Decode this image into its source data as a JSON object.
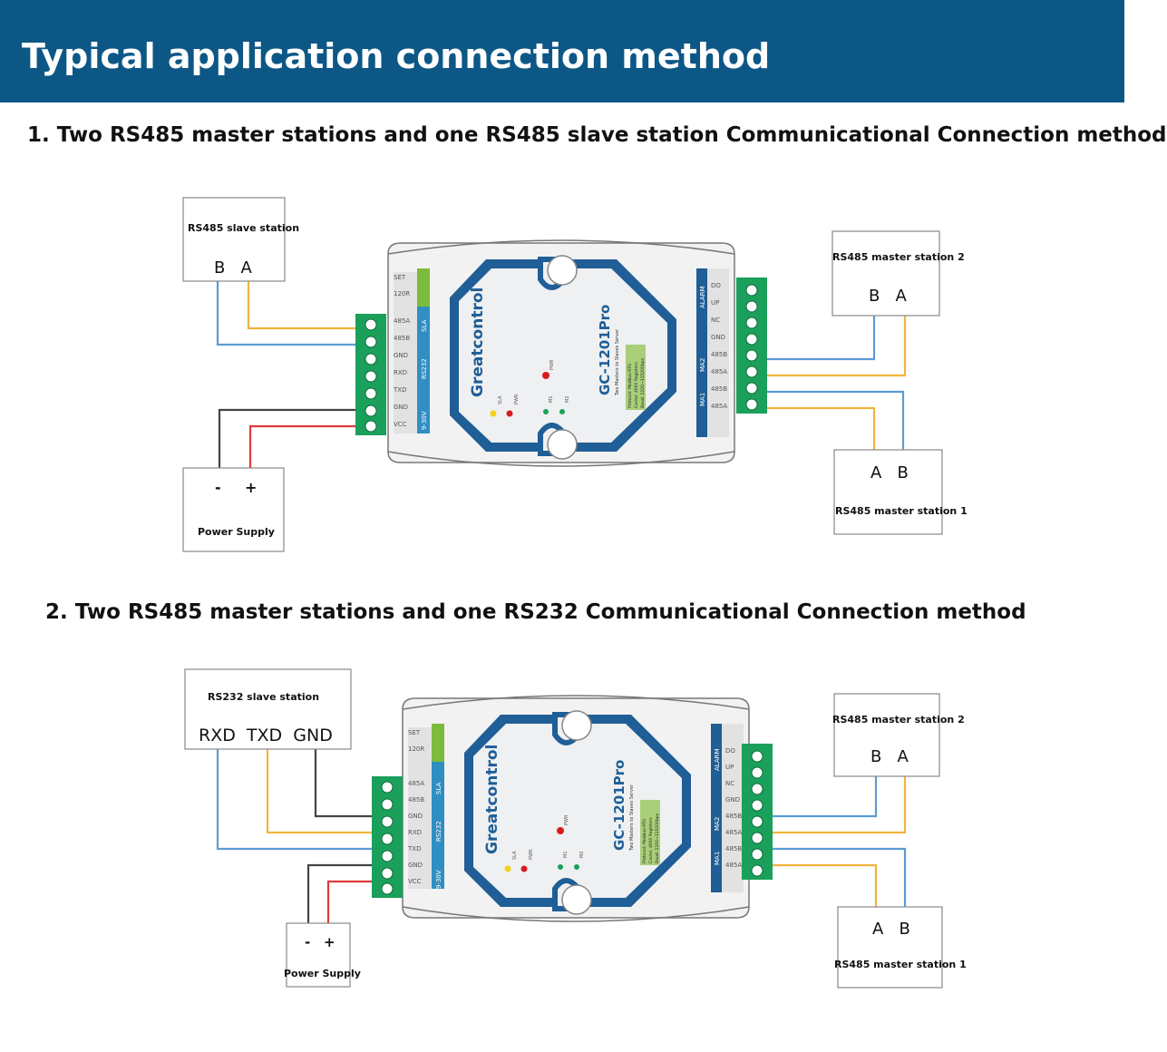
{
  "banner": {
    "title": "Typical application connection method"
  },
  "section1": {
    "heading": "1. Two RS485 master stations and one RS485 slave station Communicational Connection method",
    "slave_label": "RS485 slave station",
    "slave_pins": "B   A",
    "master2_label": "RS485 master station 2",
    "master2_pins": "B   A",
    "master1_label": "RS485 master station 1",
    "master1_pins": "A   B",
    "power_label": "Power Supply",
    "power_minus": "-",
    "power_plus": "+"
  },
  "section2": {
    "heading": "2. Two RS485 master stations and one RS232 Communicational Connection method",
    "slave_label": "RS232 slave station",
    "slave_pins": "RXD  TXD  GND",
    "master2_label": "RS485 master station 2",
    "master2_pins": "B   A",
    "master1_label": "RS485 master station 1",
    "master1_pins": "A   B",
    "power_label": "Power Supply",
    "power_minus": "-",
    "power_plus": "+"
  },
  "device": {
    "brand": "Greatcontrol",
    "model": "GC-1201Pro",
    "subtitle": "Two Masters to Slaves Server",
    "spec1": "Protocol: Modbus-RTU",
    "spec2": "Cache: 4000 Registers",
    "spec3": "Baud: 1200~115200bps",
    "left_pins": [
      "485A",
      "485B",
      "GND",
      "RXD",
      "TXD",
      "GND",
      "VCC"
    ],
    "left_groups": [
      "SLA",
      "RS232",
      "9-30V"
    ],
    "set_label": "SET",
    "res_label": "120R",
    "right_pins": [
      "DO",
      "UP",
      "NC",
      "GND",
      "485B",
      "485A",
      "485B",
      "485A"
    ],
    "right_groups": [
      "ALARM",
      "MA2",
      "MA1"
    ],
    "led_pwr": "PWR",
    "led_sla": "SLA",
    "led_m1": "M1",
    "led_m2": "M2"
  },
  "colors": {
    "banner": "#0d5786",
    "blue_wire": "#5b9bd5",
    "orange_wire": "#f0b43c",
    "red_wire": "#e03a3a",
    "black_wire": "#444444",
    "terminal": "#1aa05a",
    "device_blue": "#1f5e96"
  }
}
